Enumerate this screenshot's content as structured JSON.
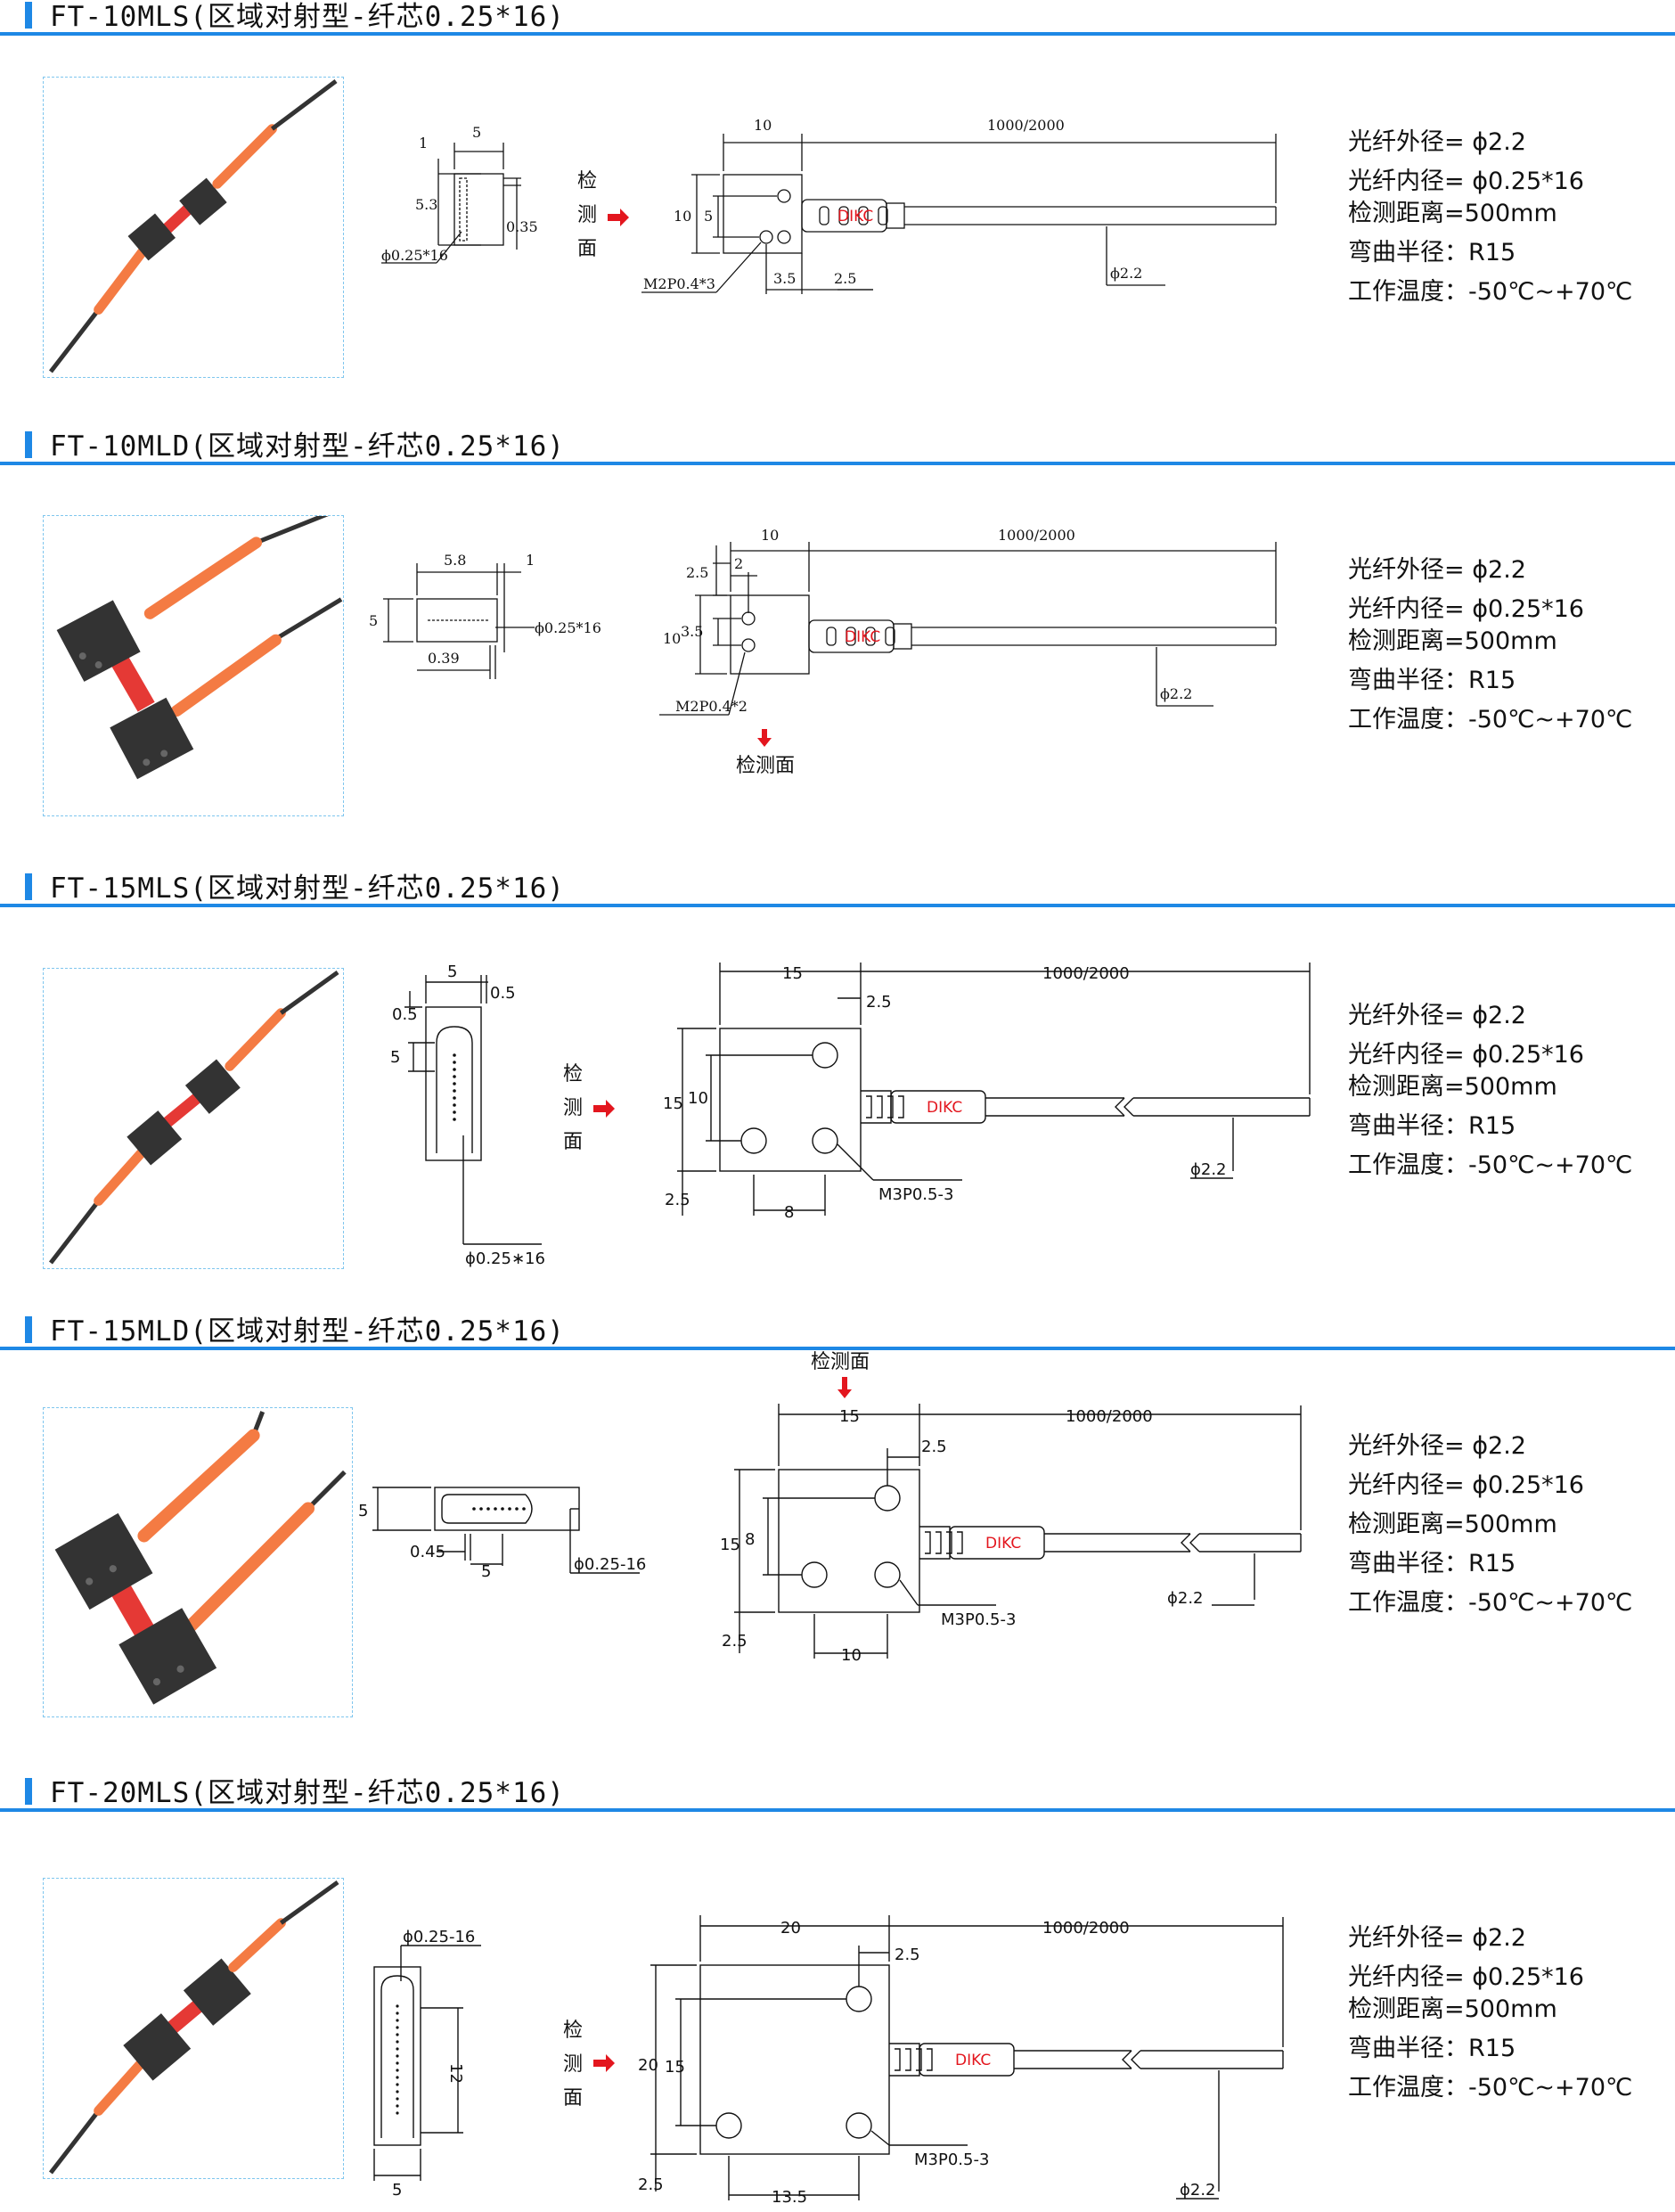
{
  "labels": {
    "detect_face": "检测面",
    "detect_char_1": "检",
    "detect_char_2": "测",
    "detect_char_3": "面",
    "brand": "DIKC",
    "length": "1000/2000"
  },
  "specs": [
    "光纤外径= ϕ2.2",
    "光纤内径= ϕ0.25*16",
    "检测距离=500mm",
    "弯曲半径：R15",
    "工作温度：-50℃~+70℃"
  ],
  "sections": [
    {
      "title": "FT-10MLS(区域对射型-纤芯0.25*16)",
      "dims": {
        "head_w": "5",
        "top": "1",
        "height": "5.3",
        "slot": "0.35",
        "core": "ϕ0.25*16",
        "body_w": "10",
        "body_h": "10",
        "hole_pitch": "5",
        "screw": "M2P0.4*3",
        "hole_off": "3.5",
        "neck": "2.5",
        "cable": "ϕ2.2"
      }
    },
    {
      "title": "FT-10MLD(区域对射型-纤芯0.25*16)",
      "dims": {
        "head_w": "5.8",
        "gap": "1",
        "height": "5",
        "depth": "0.39",
        "core": "ϕ0.25*16",
        "body_w": "10",
        "top": "2.5",
        "hole_x": "2",
        "hole_pitch": "3.5",
        "body_h": "10",
        "screw": "M2P0.4*2",
        "cable": "ϕ2.2"
      }
    },
    {
      "title": "FT-15MLS(区域对射型-纤芯0.25*16)",
      "dims": {
        "head_w": "5",
        "gap": "0.5",
        "top": "0.5",
        "height": "5",
        "core": "ϕ0.25∗16",
        "body_w": "15",
        "neck": "2.5",
        "body_h": "15",
        "hole_pitch": "10",
        "bottom": "2.5",
        "hole_x": "8",
        "screw": "M3P0.5-3",
        "cable": "ϕ2.2"
      }
    },
    {
      "title": "FT-15MLD(区域对射型-纤芯0.25*16)",
      "dims": {
        "height": "5",
        "depth": "0.45",
        "head_w": "5",
        "core": "ϕ0.25-16",
        "body_w": "15",
        "neck": "2.5",
        "body_h": "15",
        "hole_pitch": "8",
        "bottom": "2.5",
        "hole_x": "10",
        "screw": "M3P0.5-3",
        "cable": "ϕ2.2"
      }
    },
    {
      "title": "FT-20MLS(区域对射型-纤芯0.25*16)",
      "dims": {
        "core": "ϕ0.25-16",
        "height": "12",
        "head_w": "5",
        "body_w": "20",
        "neck": "2.5",
        "body_h": "20",
        "hole_pitch": "15",
        "bottom": "2.5",
        "hole_x": "13.5",
        "screw": "M3P0.5-3",
        "cable": "ϕ2.2"
      }
    }
  ]
}
